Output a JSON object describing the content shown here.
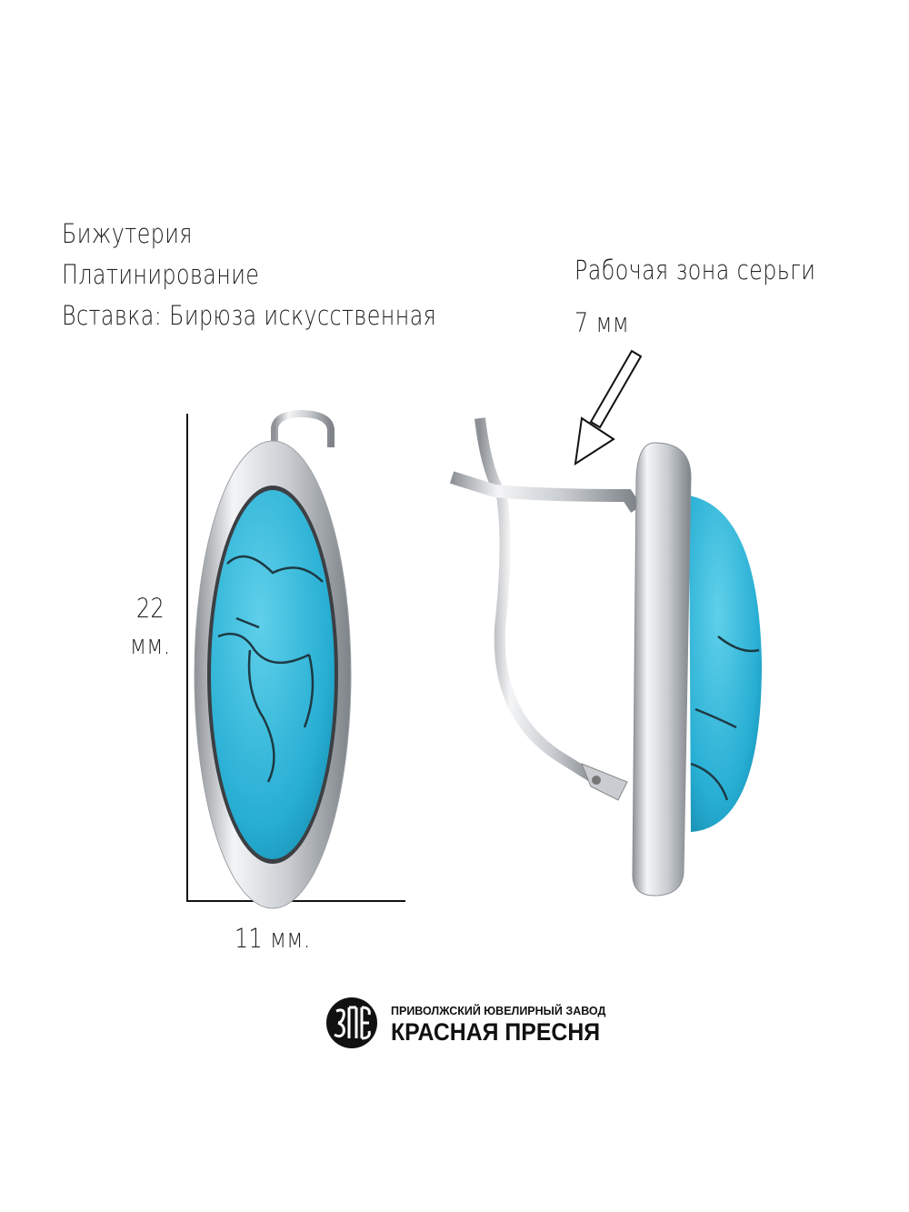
{
  "specs": {
    "line1": "Бижутерия",
    "line2": "Платинирование",
    "line3": "Вставка: Бирюза искусственная"
  },
  "working_zone": {
    "label": "Рабочая зона серьги",
    "value": "7 мм"
  },
  "dimensions": {
    "height_value": "22",
    "height_unit": "мм.",
    "width": "11 мм."
  },
  "brand": {
    "subtitle": "ПРИВОЛЖСКИЙ ЮВЕЛИРНЫЙ ЗАВОД",
    "name": "КРАСНАЯ ПРЕСНЯ",
    "logo_monogram": "ЗПЕ"
  },
  "colors": {
    "turquoise": "#2fb3d6",
    "silver": "#d9dcdf"
  }
}
